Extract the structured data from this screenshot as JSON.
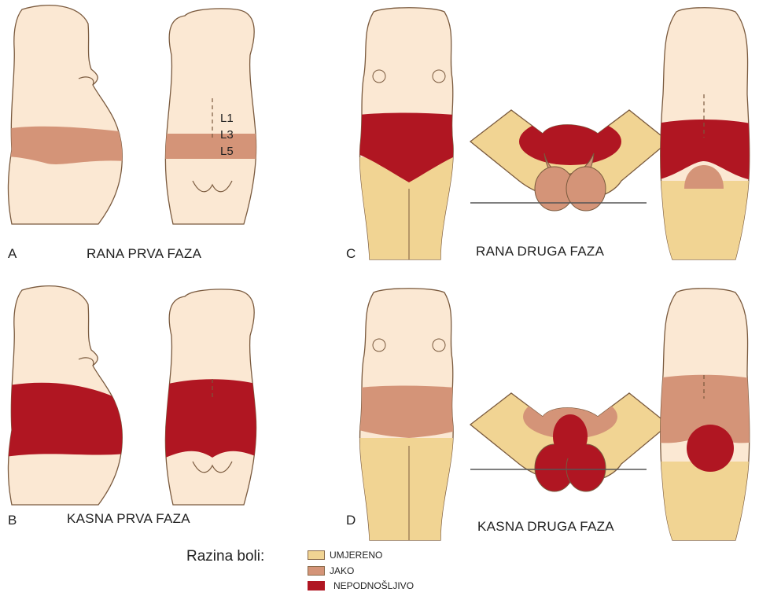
{
  "colors": {
    "skin": "#fbe8d3",
    "outline": "#7a5a3e",
    "moderate": "#f1d493",
    "severe": "#d49478",
    "intolerable": "#b01622",
    "ground": "#555555"
  },
  "panels": {
    "a": {
      "letter": "A",
      "title": "RANA PRVA FAZA"
    },
    "b": {
      "letter": "B",
      "title": "KASNA PRVA FAZA"
    },
    "c": {
      "letter": "C",
      "title": "RANA DRUGA FAZA"
    },
    "d": {
      "letter": "D",
      "title": "KASNA DRUGA FAZA"
    }
  },
  "vertebrae": [
    "L1",
    "L3",
    "L5"
  ],
  "legend": {
    "title": "Razina boli:",
    "items": [
      {
        "label": "UMJERENO",
        "color": "#f1d493"
      },
      {
        "label": "JAKO",
        "color": "#d49478"
      },
      {
        "label": "NEPODNOŠLJIVO",
        "color": "#b01622"
      }
    ]
  }
}
